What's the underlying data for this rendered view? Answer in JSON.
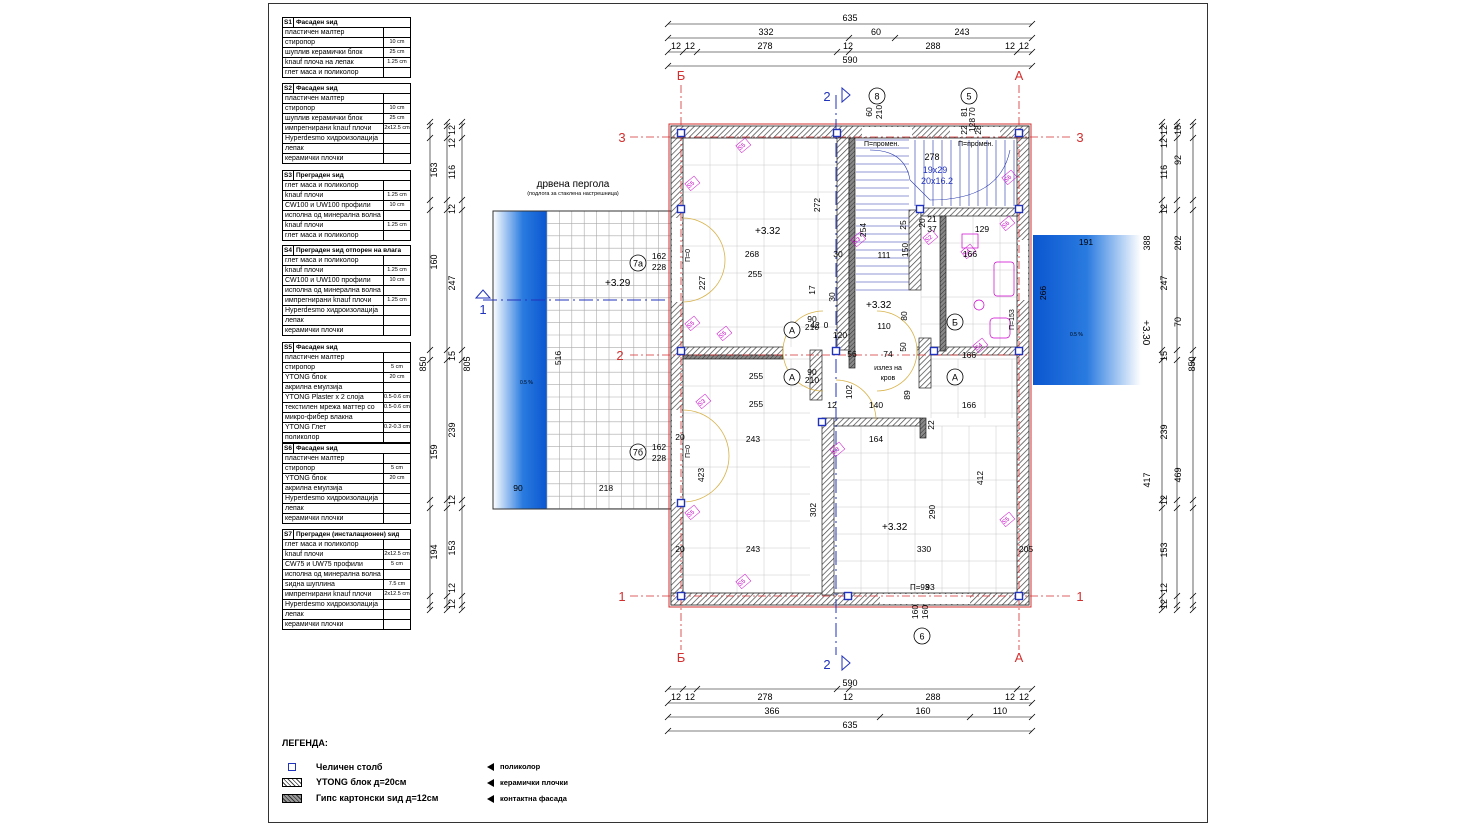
{
  "specs": [
    {
      "code": "S1",
      "title": "Фасаден ѕид",
      "rows": [
        [
          "пластичен малтер",
          ""
        ],
        [
          "стиропор",
          "10 cm"
        ],
        [
          "шуплив керамички блок",
          "25 cm"
        ],
        [
          "knauf плоча на лепак",
          "1.25 cm"
        ],
        [
          "глет маса и поликолор",
          ""
        ]
      ]
    },
    {
      "code": "S2",
      "title": "Фасаден ѕид",
      "rows": [
        [
          "пластичен малтер",
          ""
        ],
        [
          "стиропор",
          "10 cm"
        ],
        [
          "шуплив керамички блок",
          "25 cm"
        ],
        [
          "импрегнирани knauf плочи",
          "2x12.5 cm"
        ],
        [
          "Hyperdesmo хидроизолација",
          ""
        ],
        [
          "лепак",
          ""
        ],
        [
          "керамички плочки",
          ""
        ]
      ]
    },
    {
      "code": "S3",
      "title": "Преграден ѕид",
      "rows": [
        [
          "глет маса и поликолор",
          ""
        ],
        [
          "knauf плочи",
          "1.25 cm"
        ],
        [
          "CW100 и UW100 профили",
          "10 cm"
        ],
        [
          "исполна од минерална волна",
          ""
        ],
        [
          "knauf плочи",
          "1.25 cm"
        ],
        [
          "глет маса и поликолор",
          ""
        ]
      ]
    },
    {
      "code": "S4",
      "title": "Преграден ѕид отпорен на влага",
      "rows": [
        [
          "глет маса и поликолор",
          ""
        ],
        [
          "knauf плочи",
          "1.25 cm"
        ],
        [
          "CW100 и UW100 профили",
          "10 cm"
        ],
        [
          "исполна од минерална волна",
          ""
        ],
        [
          "импрегнирани knauf плочи",
          "1.25 cm"
        ],
        [
          "Hyperdesmo хидроизолација",
          ""
        ],
        [
          "лепак",
          ""
        ],
        [
          "керамички плочки",
          ""
        ]
      ]
    },
    {
      "code": "S5",
      "title": "Фасаден ѕид",
      "rows": [
        [
          "пластичен малтер",
          ""
        ],
        [
          "стиропор",
          "5 cm"
        ],
        [
          "YTONG блок",
          "20 cm"
        ],
        [
          "акрилна емулзија",
          ""
        ],
        [
          "YTONG Plaster x 2 слоја",
          "0.5-0.6 cm"
        ],
        [
          "текстилен мрежа маттер со",
          "0.5-0.6 cm"
        ],
        [
          "микро-фибер влакна",
          ""
        ],
        [
          "YTONG Глет",
          "0.2-0.3 cm"
        ],
        [
          "поликолор",
          ""
        ]
      ]
    },
    {
      "code": "S6",
      "title": "Фасаден ѕид",
      "rows": [
        [
          "пластичен малтер",
          ""
        ],
        [
          "стиропор",
          "5 cm"
        ],
        [
          "YTONG блок",
          "20 cm"
        ],
        [
          "акрилна емулзија",
          ""
        ],
        [
          "Hyperdesmo хидроизолација",
          ""
        ],
        [
          "лепак",
          ""
        ],
        [
          "керамички плочки",
          ""
        ]
      ]
    },
    {
      "code": "S7",
      "title": "Преграден (инсталационен) ѕид",
      "rows": [
        [
          "глет маса и поликолор",
          ""
        ],
        [
          "knauf плочи",
          "2x12.5 cm"
        ],
        [
          "CW75 и UW75 профили",
          "5 cm"
        ],
        [
          "исполна од минерална волна",
          ""
        ],
        [
          "ѕидна шуплина",
          "7.5 cm"
        ],
        [
          "импрегнирани knauf плочи",
          "2x12.5 cm"
        ],
        [
          "Hyperdesmo хидроизолација",
          ""
        ],
        [
          "лепак",
          ""
        ],
        [
          "керамички плочки",
          ""
        ]
      ]
    }
  ],
  "pergola": {
    "title": "дрвена пергола",
    "subtitle": "(подлога за стаклена настрешница)"
  },
  "levels": {
    "l1": "+3.32",
    "l2": "+3.32",
    "l3": "+3.32",
    "pergola": "+3.29",
    "right": "+3.30"
  },
  "stair": {
    "a": "278",
    "b": "19x29",
    "c": "20x16.2"
  },
  "roof_exit": {
    "a": "излез на",
    "b": "кров"
  },
  "axes_letters": {
    "b": "Б",
    "a": "А"
  },
  "axes_numbers": {
    "n1": "1",
    "n2": "2",
    "n3": "3"
  },
  "section_mark": "2",
  "window_tags": {
    "w8": "8",
    "w5": "5",
    "w6": "6",
    "w7a": "7a",
    "w7b": "7б"
  },
  "door_tags": {
    "a": "А",
    "b": "Б"
  },
  "top_dims": {
    "total": "635",
    "r1": [
      "332",
      "60",
      "243"
    ],
    "r2": [
      "12",
      "12",
      "278",
      "12",
      "288",
      "12",
      "12"
    ],
    "r3": "590"
  },
  "bottom_dims": {
    "r1": [
      "12",
      "12",
      "278",
      "12",
      "288",
      "12",
      "12"
    ],
    "r1t": "590",
    "r2": [
      "366",
      "160",
      "110"
    ],
    "r3": "635"
  },
  "left_dims": {
    "a": [
      "12",
      "12",
      "163",
      "116",
      "12",
      "160",
      "247",
      "15",
      "239",
      "159",
      "12",
      "194",
      "153",
      "12",
      "12"
    ],
    "b": [
      "850",
      "805"
    ]
  },
  "right_dims": {
    "a": [
      "12",
      "16",
      "12",
      "92",
      "116",
      "12",
      "202",
      "388",
      "247",
      "70",
      "15",
      "239",
      "417",
      "12",
      "469",
      "153",
      "12",
      "12"
    ],
    "b": [
      "850"
    ]
  },
  "inner_dims": [
    "268",
    "30",
    "255",
    "272",
    "254",
    "111",
    "150",
    "166",
    "129",
    "20",
    "21",
    "37",
    "191",
    "266",
    "120",
    "42",
    "0",
    "110",
    "80",
    "30",
    "56",
    "74",
    "50",
    "90",
    "210",
    "90",
    "210",
    "255",
    "255",
    "102",
    "12",
    "140",
    "89",
    "166",
    "166",
    "243",
    "164",
    "423",
    "302",
    "330",
    "290",
    "412",
    "243",
    "20",
    "20",
    "205",
    "93",
    "162",
    "228",
    "162",
    "228",
    "227",
    "516",
    "90",
    "218",
    "17",
    "25",
    "22",
    "60",
    "210",
    "128",
    "81",
    "70",
    "22",
    "28",
    "160",
    "160"
  ],
  "small_labels": {
    "p0a": "П=0",
    "p0b": "П=0",
    "p93": "П=93",
    "p153": "П=153",
    "pvar1": "П=промен.",
    "pvar2": "П=промен.",
    "slope1": "0.5 %",
    "slope2": "0.5 %"
  },
  "wall_tags": {
    "s5": "S5",
    "s6": "S6",
    "s1": "S1",
    "s2": "S2",
    "s3": "S3",
    "s4": "S4"
  },
  "legend": {
    "title": "ЛЕГЕНДА:",
    "items": [
      "Челичен столб",
      "YTONG блок д=20см",
      "Гипс картонски ѕид д=12см"
    ],
    "right": [
      "поликолор",
      "керамички плочки",
      "контактна фасада"
    ]
  },
  "colors": {
    "wall": "#555555",
    "axis": "#d32f2f",
    "dims": "#000000",
    "column": "#2233bb",
    "tag": "#cc00cc",
    "water": "#1e90ff",
    "door": "#d8b24a",
    "grid": "#999999"
  }
}
